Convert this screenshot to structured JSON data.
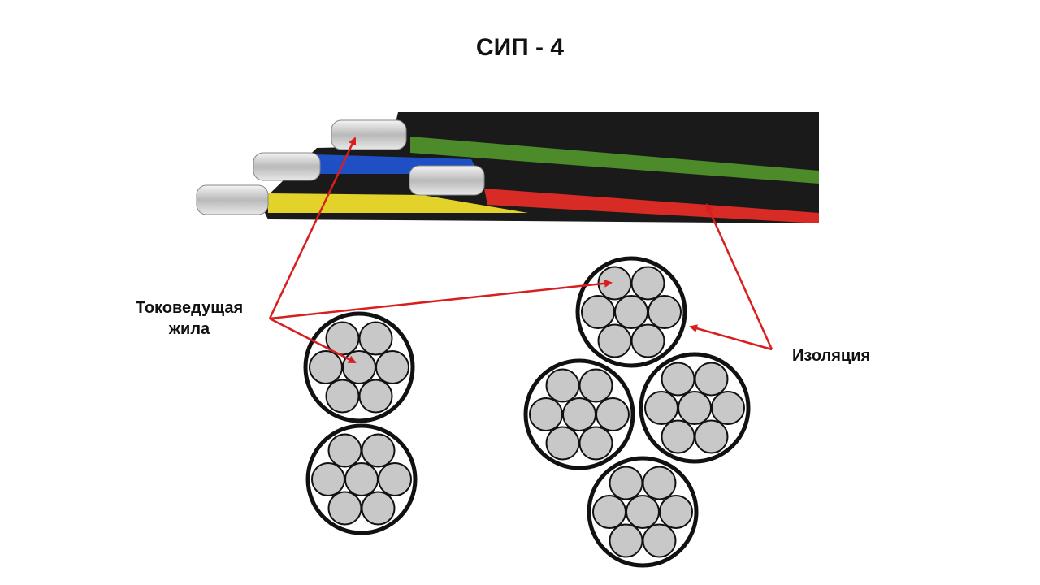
{
  "title": "СИП - 4",
  "labels": {
    "conductor_line1": "Токоведущая",
    "conductor_line2": "жила",
    "insulation": "Изоляция"
  },
  "colors": {
    "arrow": "#d81e1e",
    "strand": "#c8c8c8",
    "outline": "#111111",
    "core_green": "#4c8a2a",
    "core_blue": "#1f4fc4",
    "core_yellow": "#e2d22a",
    "core_red": "#d92b25"
  }
}
